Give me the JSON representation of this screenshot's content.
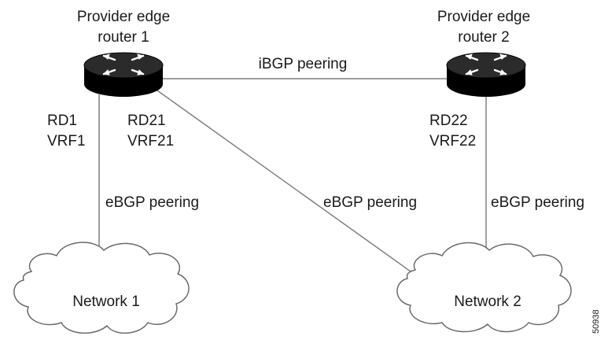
{
  "routers": [
    {
      "id": "pe1",
      "title_line1": "Provider edge",
      "title_line2": "router 1",
      "rd_vrf_left": [
        "RD1",
        "VRF1"
      ],
      "rd_vrf_right": [
        "RD21",
        "VRF21"
      ]
    },
    {
      "id": "pe2",
      "title_line1": "Provider edge",
      "title_line2": "router 2",
      "rd_vrf_left": [
        "RD22",
        "VRF22"
      ]
    }
  ],
  "links": {
    "ibgp": "iBGP peering",
    "ebgp_pe1_net1": "eBGP peering",
    "ebgp_pe1_net2": "eBGP peering",
    "ebgp_pe2_net2": "eBGP peering"
  },
  "networks": [
    {
      "id": "net1",
      "label": "Network 1"
    },
    {
      "id": "net2",
      "label": "Network 2"
    }
  ],
  "figure_id": "50938",
  "colors": {
    "line": "#808080",
    "router_body": "#000000",
    "router_top": "#2b2b2b",
    "cloud_stroke": "#6b6b6b"
  }
}
